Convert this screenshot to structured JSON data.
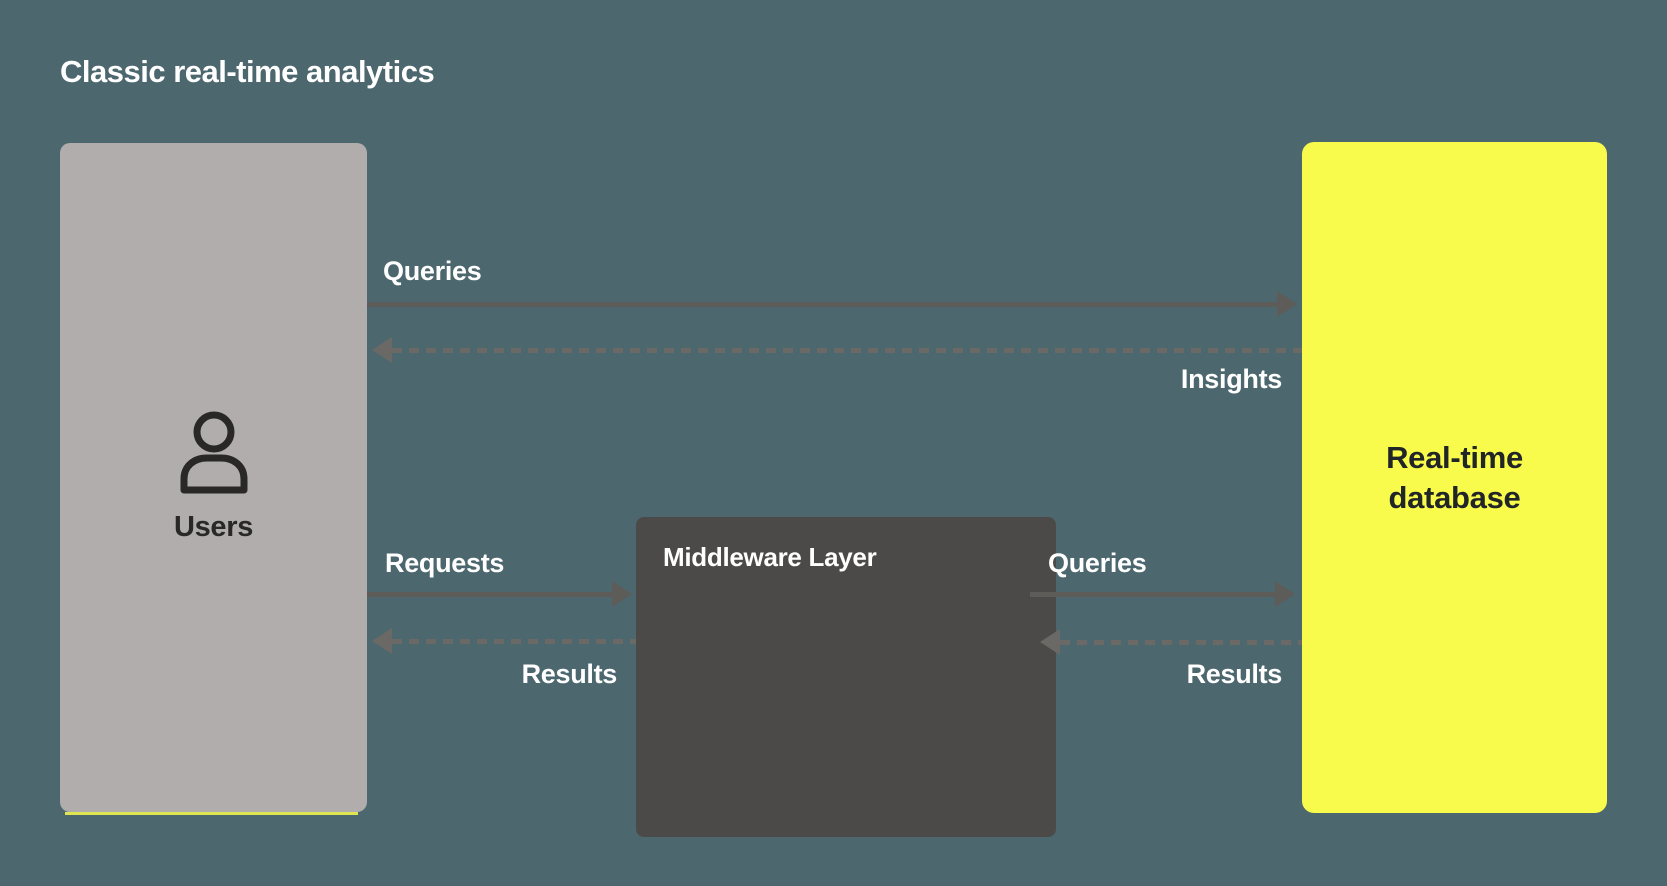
{
  "title": "Classic real-time analytics",
  "nodes": {
    "users": {
      "label": "Users",
      "icon": "person-icon"
    },
    "middleware": {
      "label": "Middleware Layer"
    },
    "database": {
      "label": "Real-time database",
      "line1": "Real-time",
      "line2": "database"
    }
  },
  "edges": [
    {
      "id": "queries-top",
      "label": "Queries",
      "type": "solid",
      "direction": "right",
      "from": "users",
      "to": "database"
    },
    {
      "id": "insights-top",
      "label": "Insights",
      "type": "dashed",
      "direction": "left",
      "from": "database",
      "to": "users"
    },
    {
      "id": "requests",
      "label": "Requests",
      "type": "solid",
      "direction": "right",
      "from": "users",
      "to": "middleware"
    },
    {
      "id": "results-left",
      "label": "Results",
      "type": "dashed",
      "direction": "left",
      "from": "middleware",
      "to": "users"
    },
    {
      "id": "queries-right",
      "label": "Queries",
      "type": "solid",
      "direction": "right",
      "from": "middleware",
      "to": "database"
    },
    {
      "id": "results-right",
      "label": "Results",
      "type": "dashed",
      "direction": "left",
      "from": "database",
      "to": "middleware"
    }
  ],
  "colors": {
    "background": "#4C676E",
    "users_box": "#B0ADAC",
    "users_box_accent": "#F8FB4B",
    "middleware_box": "#4C4A49",
    "database_box": "#F8FB4B",
    "arrow_solid": "#5E5C59",
    "arrow_dashed": "#6B6966",
    "light_text": "#FFFFFF",
    "dark_text": "#2A2827"
  }
}
